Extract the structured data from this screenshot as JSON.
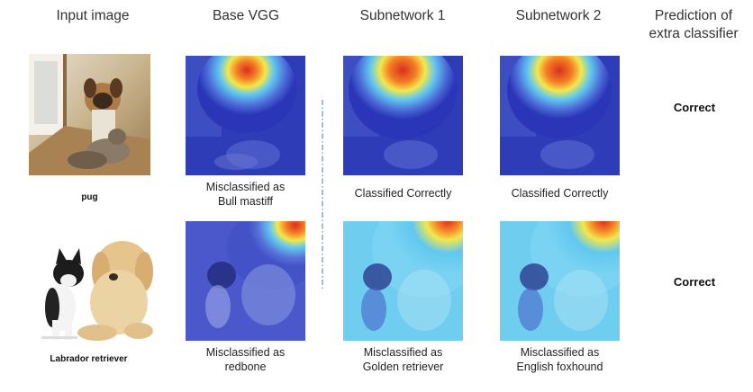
{
  "headers": {
    "input": "Input image",
    "base": "Base VGG",
    "sub1": "Subnetwork 1",
    "sub2": "Subnetwork 2",
    "extra_line1": "Prediction of",
    "extra_line2": "extra classifier"
  },
  "rows": [
    {
      "label": "pug",
      "base_caption_line1": "Misclassified as",
      "base_caption_line2": "Bull mastiff",
      "sub1_caption": "Classified Correctly",
      "sub2_caption": "Classified Correctly",
      "prediction": "Correct"
    },
    {
      "label": "Labrador retriever",
      "base_caption_line1": "Misclassified as",
      "base_caption_line2": "redbone",
      "sub1_caption_line1": "Misclassified as",
      "sub1_caption_line2": "Golden retriever",
      "sub2_caption_line1": "Misclassified as",
      "sub2_caption_line2": "English foxhound",
      "prediction": "Correct"
    }
  ],
  "colors": {
    "heat_hot": "#d7301f",
    "heat_warm": "#fdae3b",
    "heat_mid": "#f2e84b",
    "cold_deep": "#2b35b8",
    "cold_light": "#62c8f0",
    "divider": "#4a72c4"
  }
}
